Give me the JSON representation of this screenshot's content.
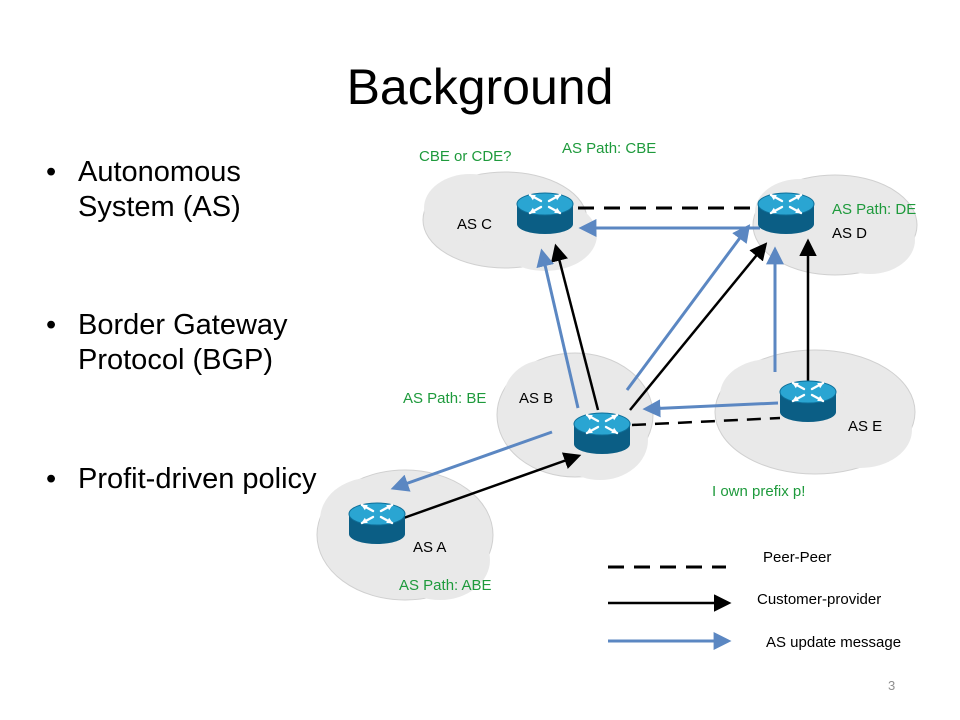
{
  "slide": {
    "title": "Background",
    "page_number": "3",
    "bullets": [
      {
        "text": "Autonomous System (AS)"
      },
      {
        "text": "Border Gateway Protocol (BGP)"
      },
      {
        "text": "Profit-driven policy"
      }
    ]
  },
  "diagram": {
    "as_labels": {
      "a": "AS A",
      "b": "AS B",
      "c": "AS C",
      "d": "AS D",
      "e": "AS E"
    },
    "annotations": {
      "cbe_or_cde": "CBE or CDE?",
      "path_cbe": "AS Path: CBE",
      "path_de": "AS Path: DE",
      "path_be": "AS Path: BE",
      "path_abe": "AS Path: ABE",
      "own_prefix": "I own prefix p!"
    },
    "legend": {
      "peer_peer": "Peer-Peer",
      "customer_provider": "Customer-provider",
      "update_message": "AS update message"
    },
    "colors": {
      "cloud_fill": "#e9e9e9",
      "cloud_stroke": "#d0d0d0",
      "router_blue": "#1f97c2",
      "router_dark": "#0b5e85",
      "update_arrow": "#5b87c2",
      "annotation_green": "#1e9a3c",
      "text_black": "#000000"
    }
  }
}
